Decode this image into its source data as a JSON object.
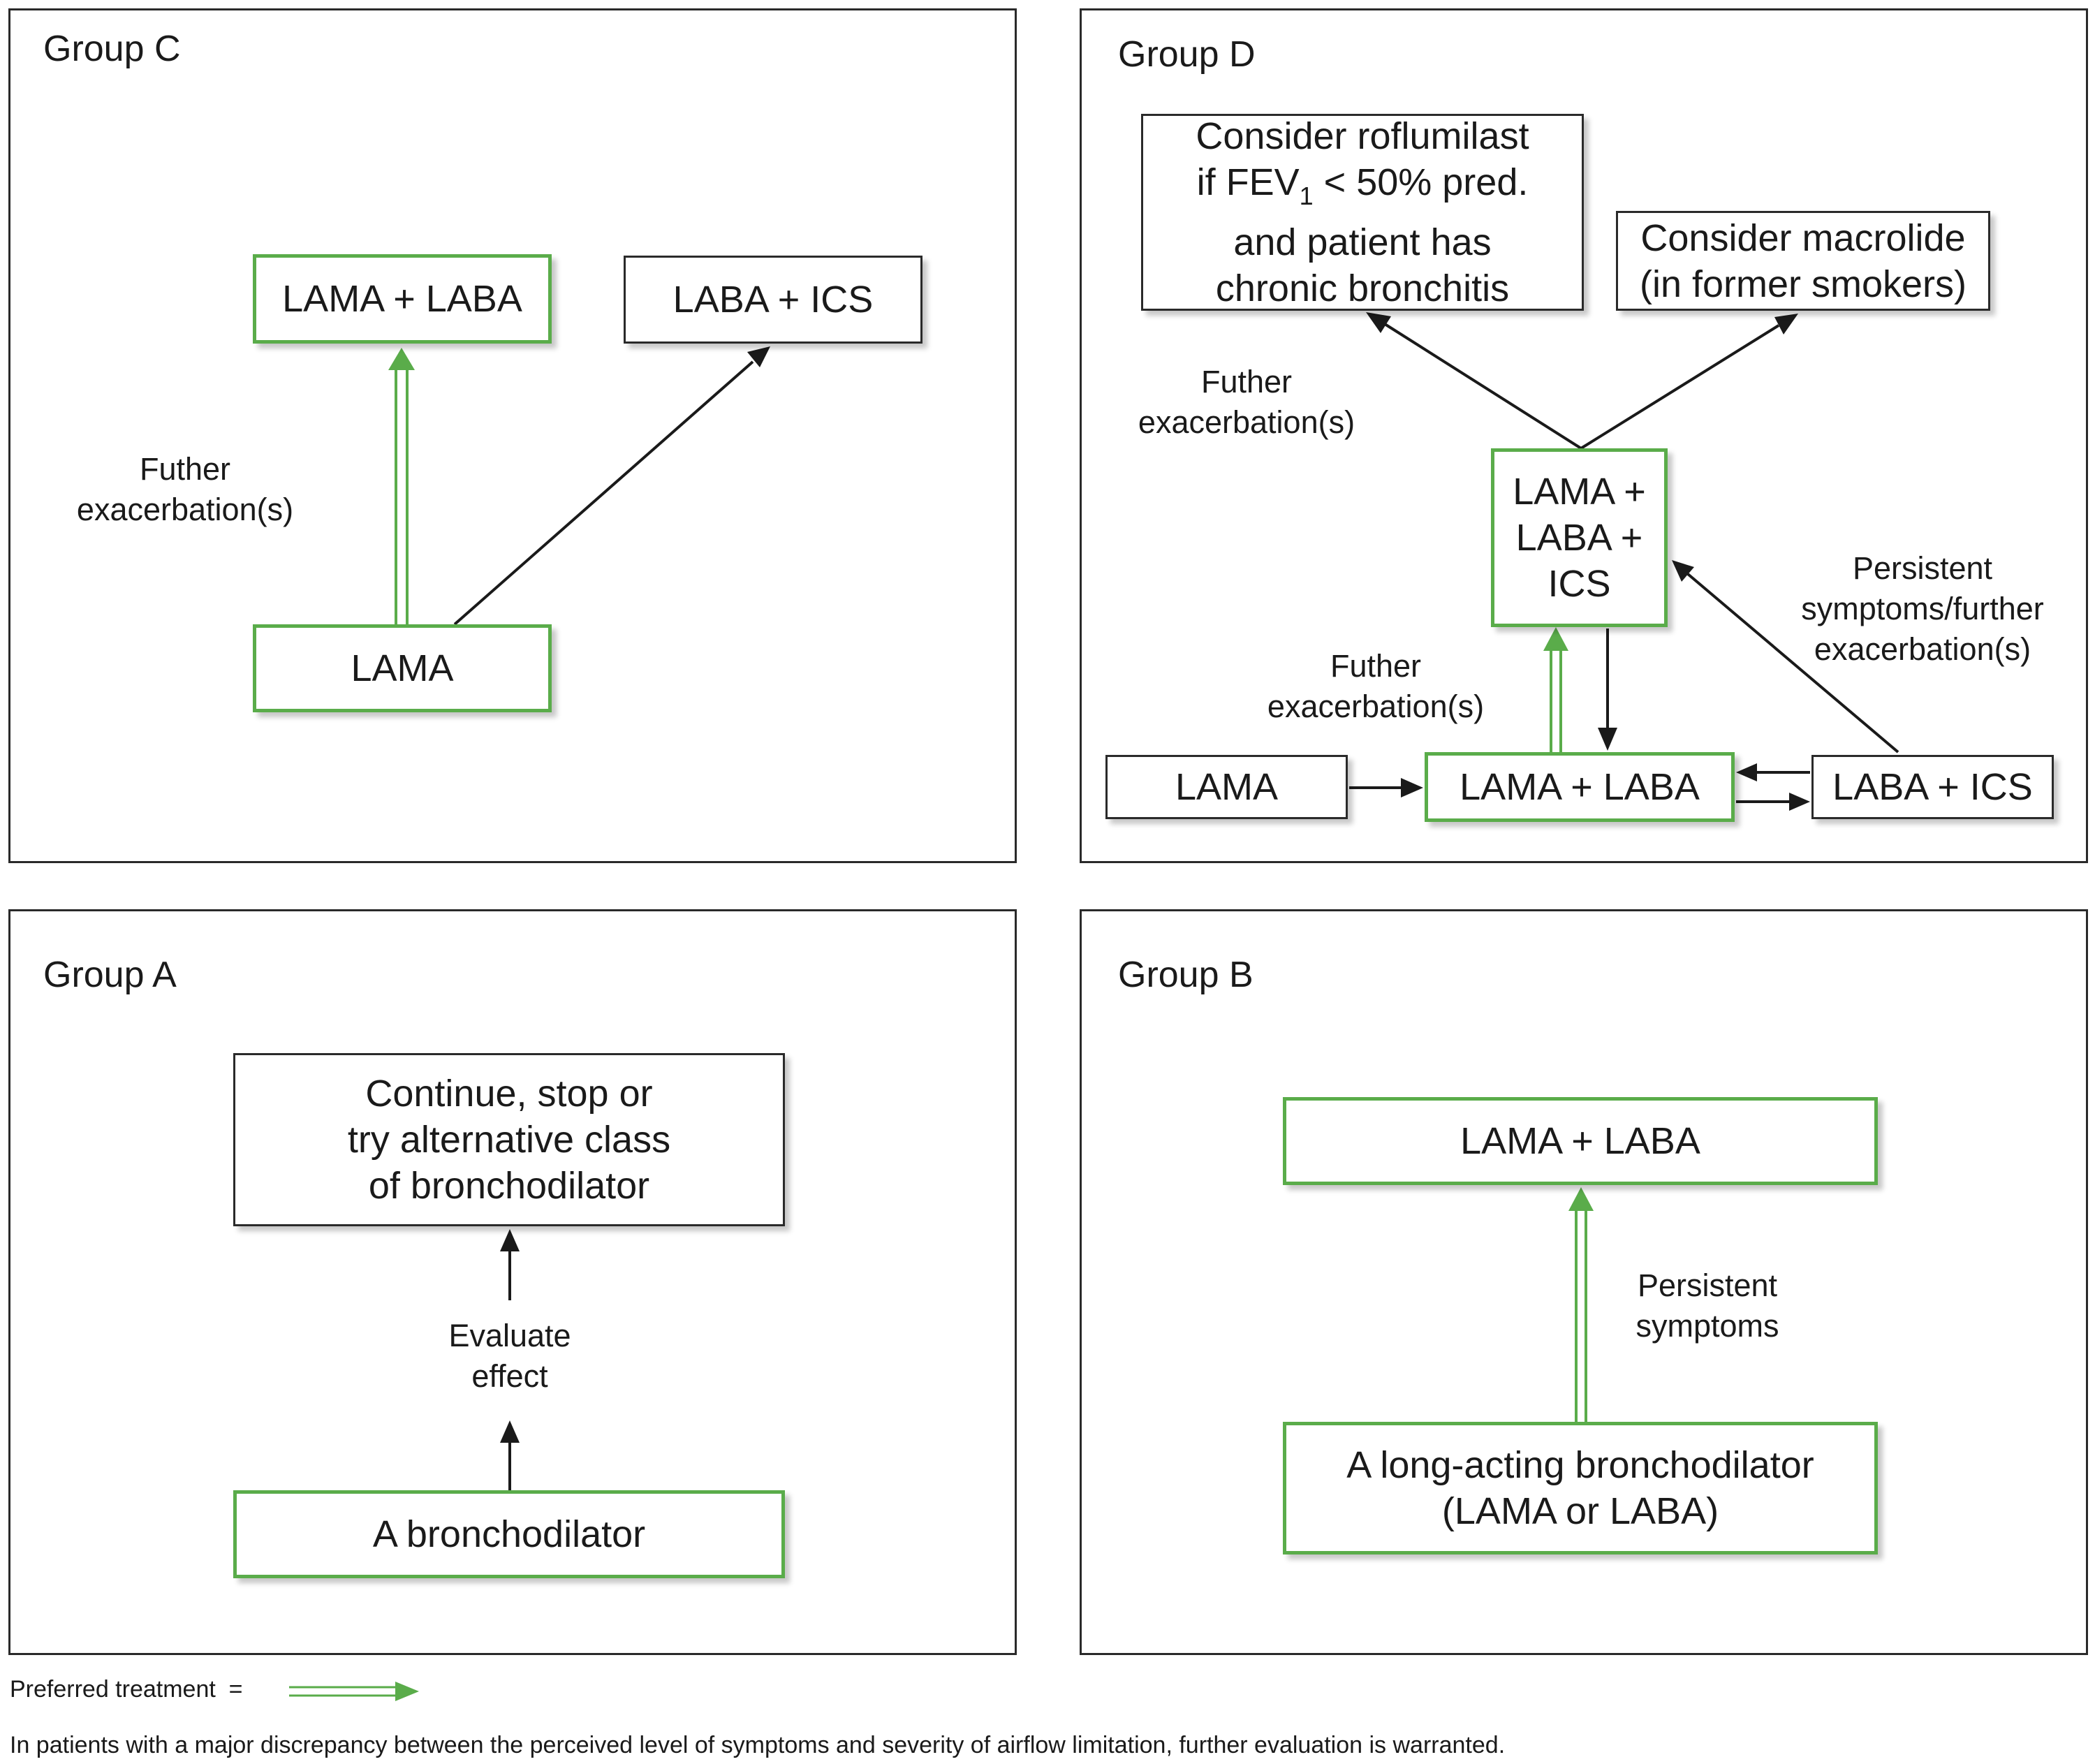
{
  "colors": {
    "preferred_green": "#5aac4a",
    "line_black": "#1a1a1a"
  },
  "panels": {
    "c": {
      "title": "Group C",
      "lama_laba": "LAMA + LABA",
      "laba_ics": "LABA + ICS",
      "lama": "LAMA",
      "exac_label": "Futher\nexacerbation(s)"
    },
    "d": {
      "title": "Group D",
      "roflumilast_l1": "Consider roflumilast",
      "roflumilast_l2a": "if FEV",
      "roflumilast_sub": "1",
      "roflumilast_l2b": " < 50% pred.",
      "roflumilast_l3": "and patient has",
      "roflumilast_l4": "chronic bronchitis",
      "macrolide": "Consider macrolide\n(in former smokers)",
      "exac_label_top": "Futher\nexacerbation(s)",
      "triple": "LAMA +\nLABA +\nICS",
      "persistent_label": "Persistent\nsymptoms/further\nexacerbation(s)",
      "exac_label_bottom": "Futher\nexacerbation(s)",
      "lama": "LAMA",
      "lama_laba": "LAMA + LABA",
      "laba_ics": "LABA + ICS"
    },
    "a": {
      "title": "Group A",
      "continue": "Continue, stop or\ntry alternative class\nof bronchodilator",
      "evaluate_label": "Evaluate\neffect",
      "bronchodilator": "A bronchodilator"
    },
    "b": {
      "title": "Group B",
      "lama_laba": "LAMA + LABA",
      "persistent_label": "Persistent\nsymptoms",
      "long_acting": "A long-acting bronchodilator\n(LAMA or LABA)"
    }
  },
  "legend": {
    "preferred_label": "Preferred treatment  =",
    "note": "In patients with a major discrepancy between the perceived level of symptoms and severity of airflow limitation, further evaluation is warranted."
  }
}
